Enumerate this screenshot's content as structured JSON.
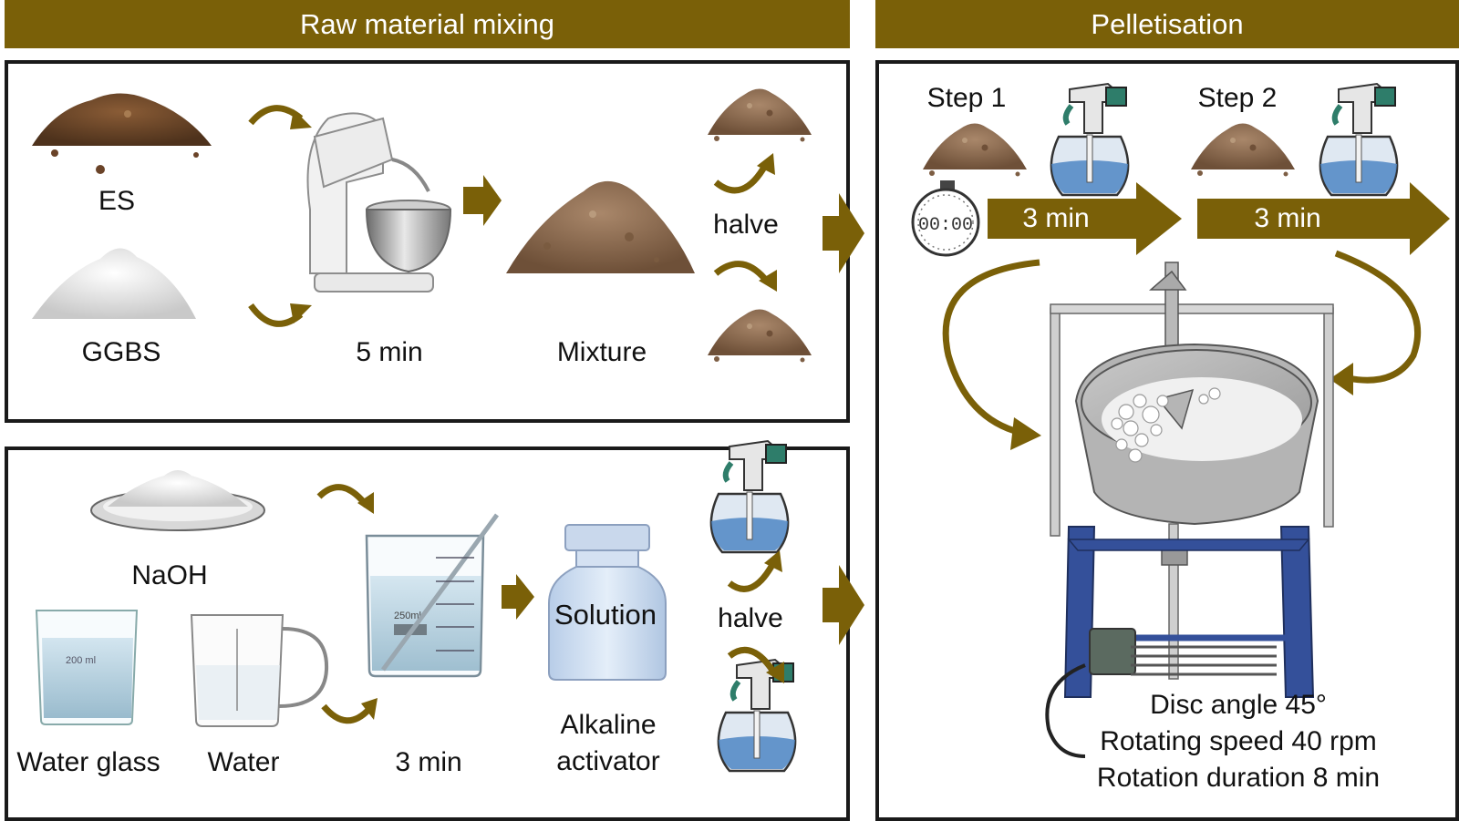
{
  "headers": {
    "left": "Raw material mixing",
    "right": "Pelletisation"
  },
  "mixing": {
    "es": "ES",
    "ggbs": "GGBS",
    "mix_time": "5 min",
    "mixture": "Mixture",
    "halve": "halve"
  },
  "activator": {
    "naoh": "NaOH",
    "water_glass": "Water glass",
    "water": "Water",
    "stir_time": "3 min",
    "solution": "Solution",
    "alkaline": "Alkaline",
    "activator": "activator",
    "halve": "halve"
  },
  "pellet": {
    "step1": "Step 1",
    "step2": "Step 2",
    "t1": "3 min",
    "t2": "3 min",
    "disc_angle": "Disc angle 45°",
    "speed": "Rotating speed 40 rpm",
    "duration": "Rotation duration 8 min"
  },
  "colors": {
    "accent": "#7a6008",
    "soil": "#8a6a4a",
    "powder": "#e8e8e8",
    "frame": "#34509a"
  }
}
